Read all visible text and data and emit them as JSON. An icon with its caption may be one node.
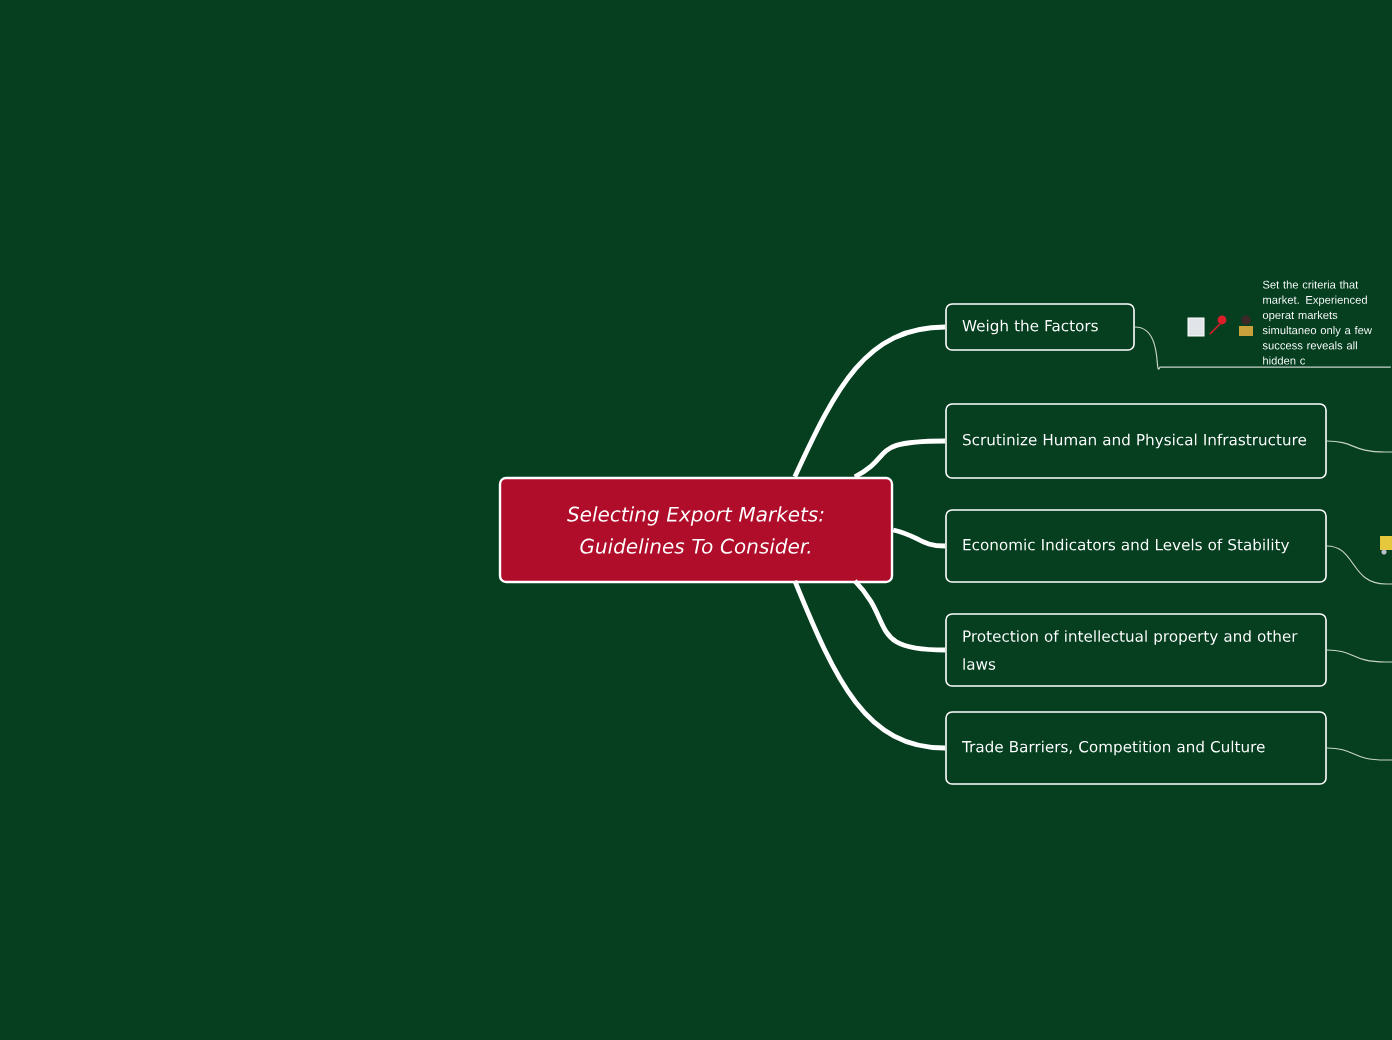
{
  "diagram": {
    "nodes": [
      {
        "text": [
          "Selecting Export Markets: Guidelines To Consider."
        ]
      },
      {
        "text": [
          "Weigh the Factors"
        ]
      },
      {
        "text": [
          "Scrutinize Human and Physical Infrastructure"
        ]
      },
      {
        "text": [
          "Economic Indicators and Levels of Stability"
        ]
      },
      {
        "text": [
          "Protection of intellectual property and other laws"
        ]
      },
      {
        "text": [
          "Trade Barriers, Competition and Culture"
        ]
      },
      {
        "text": [
          "Set the criteria that market. Experienced operat markets simultaneo only a few success reveals all hidden c"
        ]
      }
    ],
    "edges": [
      {
        "from": 0,
        "to": 1,
        "arrow": "none",
        "style": "thick"
      },
      {
        "from": 0,
        "to": 2,
        "arrow": "none",
        "style": "thick"
      },
      {
        "from": 0,
        "to": 3,
        "arrow": "none",
        "style": "thick"
      },
      {
        "from": 0,
        "to": 4,
        "arrow": "none",
        "style": "thick"
      },
      {
        "from": 0,
        "to": 5,
        "arrow": "none",
        "style": "thick"
      },
      {
        "from": 1,
        "to": 6,
        "arrow": "none"
      },
      {
        "from": 2,
        "to": null,
        "arrow": "none"
      },
      {
        "from": 3,
        "to": null,
        "arrow": "none"
      },
      {
        "from": 4,
        "to": null,
        "arrow": "none"
      },
      {
        "from": 5,
        "to": null,
        "arrow": "none"
      }
    ]
  }
}
